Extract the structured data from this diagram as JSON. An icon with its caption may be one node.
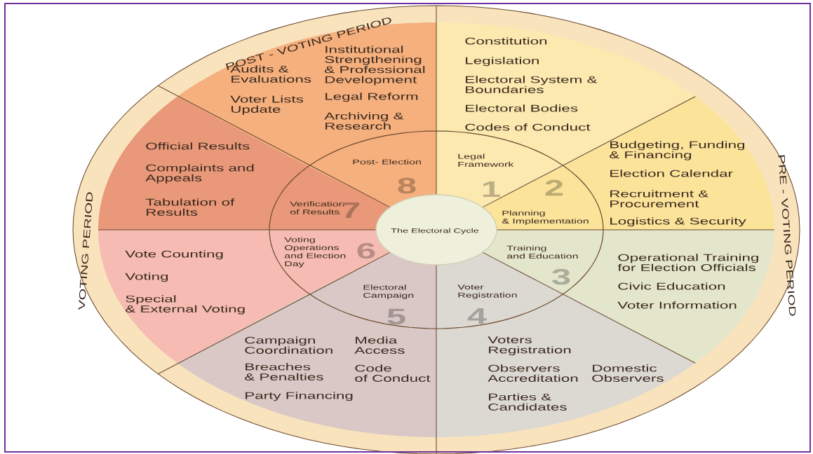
{
  "diagram": {
    "nodes": [
      {
        "text": [
          "The Electoral Cycle"
        ]
      },
      {
        "text": [
          "Legal Framework",
          "1"
        ]
      },
      {
        "text": [
          "2",
          "Planning & Implementation"
        ]
      },
      {
        "text": [
          "Training and Education",
          "3"
        ]
      },
      {
        "text": [
          "Voter Registration",
          "4"
        ]
      },
      {
        "text": [
          "Electoral Campaign",
          "5"
        ]
      },
      {
        "text": [
          "Voting Operations and Election Day",
          "6"
        ]
      },
      {
        "text": [
          "Verification of Results",
          "7"
        ]
      },
      {
        "text": [
          "Post- Election",
          "8"
        ]
      },
      {
        "text": [
          "Constitution",
          "Legislation",
          "Electoral System & Boundaries",
          "Electoral Bodies",
          "Codes of Conduct"
        ]
      },
      {
        "text": [
          "Budgeting, Funding & Financing",
          "Election Calendar",
          "Recruitment & Procurement",
          "Logistics & Security"
        ]
      },
      {
        "text": [
          "Operational Training for Election Officials",
          "Civic Education",
          "Voter Information"
        ]
      },
      {
        "text": [
          "Voters Registration",
          "Observers Accreditation",
          "Domestic Observers",
          "Parties & Candidates"
        ]
      },
      {
        "text": [
          "Campaign Coordination",
          "Media Access",
          "Breaches & Penalties",
          "Code of Conduct",
          "Party Financing"
        ]
      },
      {
        "text": [
          "Vote Counting",
          "Voting",
          "Special & External Voting"
        ]
      },
      {
        "text": [
          "Official Results",
          "Complaints and Appeals",
          "Tabulation of Results"
        ]
      },
      {
        "text": [
          "Audits & Evaluations",
          "Voter Lists Update",
          "Institutional Strengthening & Professional Development",
          "Legal Reform",
          "Archiving & Research"
        ]
      }
    ],
    "labels": [
      "POST - VOTING PERIOD",
      "PRE - VOTING PERIOD",
      "VOTING PERIOD"
    ]
  }
}
